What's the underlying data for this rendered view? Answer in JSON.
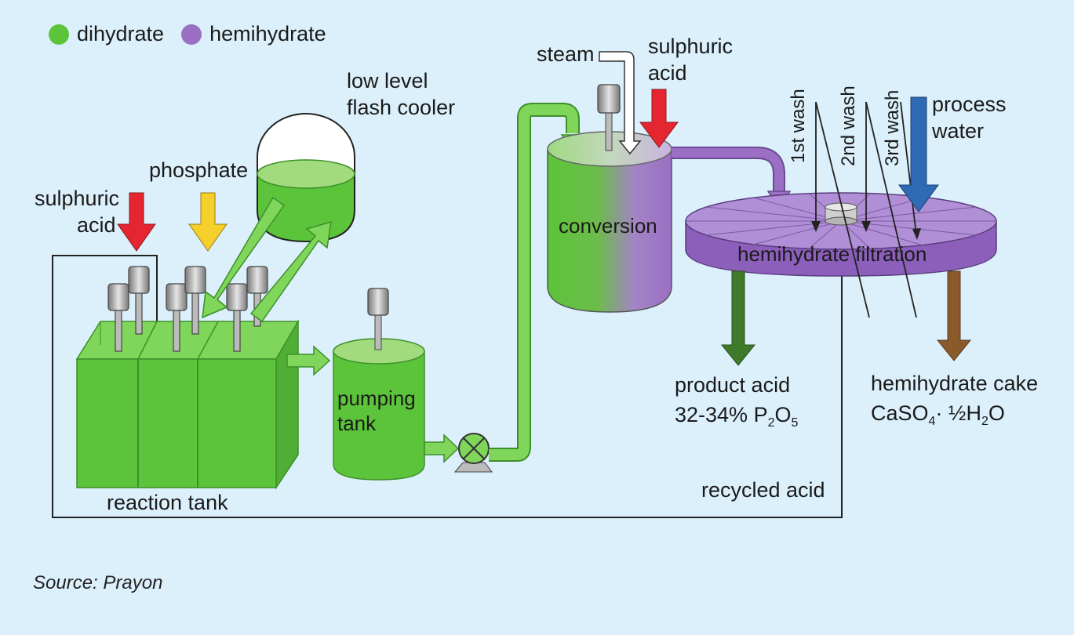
{
  "legend": {
    "dihydrate_label": "dihydrate",
    "hemihydrate_label": "hemihydrate",
    "dihydrate_color": "#5cc43a",
    "hemihydrate_color": "#9b6fc4"
  },
  "labels": {
    "sulphuric_acid_left_1": "sulphuric",
    "sulphuric_acid_left_2": "acid",
    "phosphate": "phosphate",
    "flash_cooler_1": "low level",
    "flash_cooler_2": "flash cooler",
    "reaction_tank": "reaction tank",
    "pumping_tank_1": "pumping",
    "pumping_tank_2": "tank",
    "steam": "steam",
    "sulphuric_acid_right_1": "sulphuric",
    "sulphuric_acid_right_2": "acid",
    "conversion": "conversion",
    "wash_1": "1st wash",
    "wash_2": "2nd wash",
    "wash_3": "3rd wash",
    "process_water_1": "process",
    "process_water_2": "water",
    "hemihydrate_filtration": "hemihydrate filtration",
    "product_acid": "product acid",
    "product_acid_formula_a": "32-34% P",
    "product_acid_formula_sub1": "2",
    "product_acid_formula_b": "O",
    "product_acid_formula_sub2": "5",
    "hemihydrate_cake": "hemihydrate cake",
    "cake_formula_a": "CaSO",
    "cake_formula_sub1": "4",
    "cake_formula_b": "· ½H",
    "cake_formula_sub2": "2",
    "cake_formula_c": "O",
    "recycled_acid": "recycled acid",
    "source": "Source: Prayon"
  },
  "colors": {
    "background": "#dcf0fb",
    "green": "#5cc43a",
    "green_dark": "#3d8f2a",
    "purple": "#9b6fc4",
    "red_arrow": "#e52530",
    "yellow_arrow": "#f5cf2a",
    "blue_arrow": "#2f6ab5",
    "brown_arrow": "#8b5a2b",
    "product_arrow": "#3f7a2a"
  }
}
